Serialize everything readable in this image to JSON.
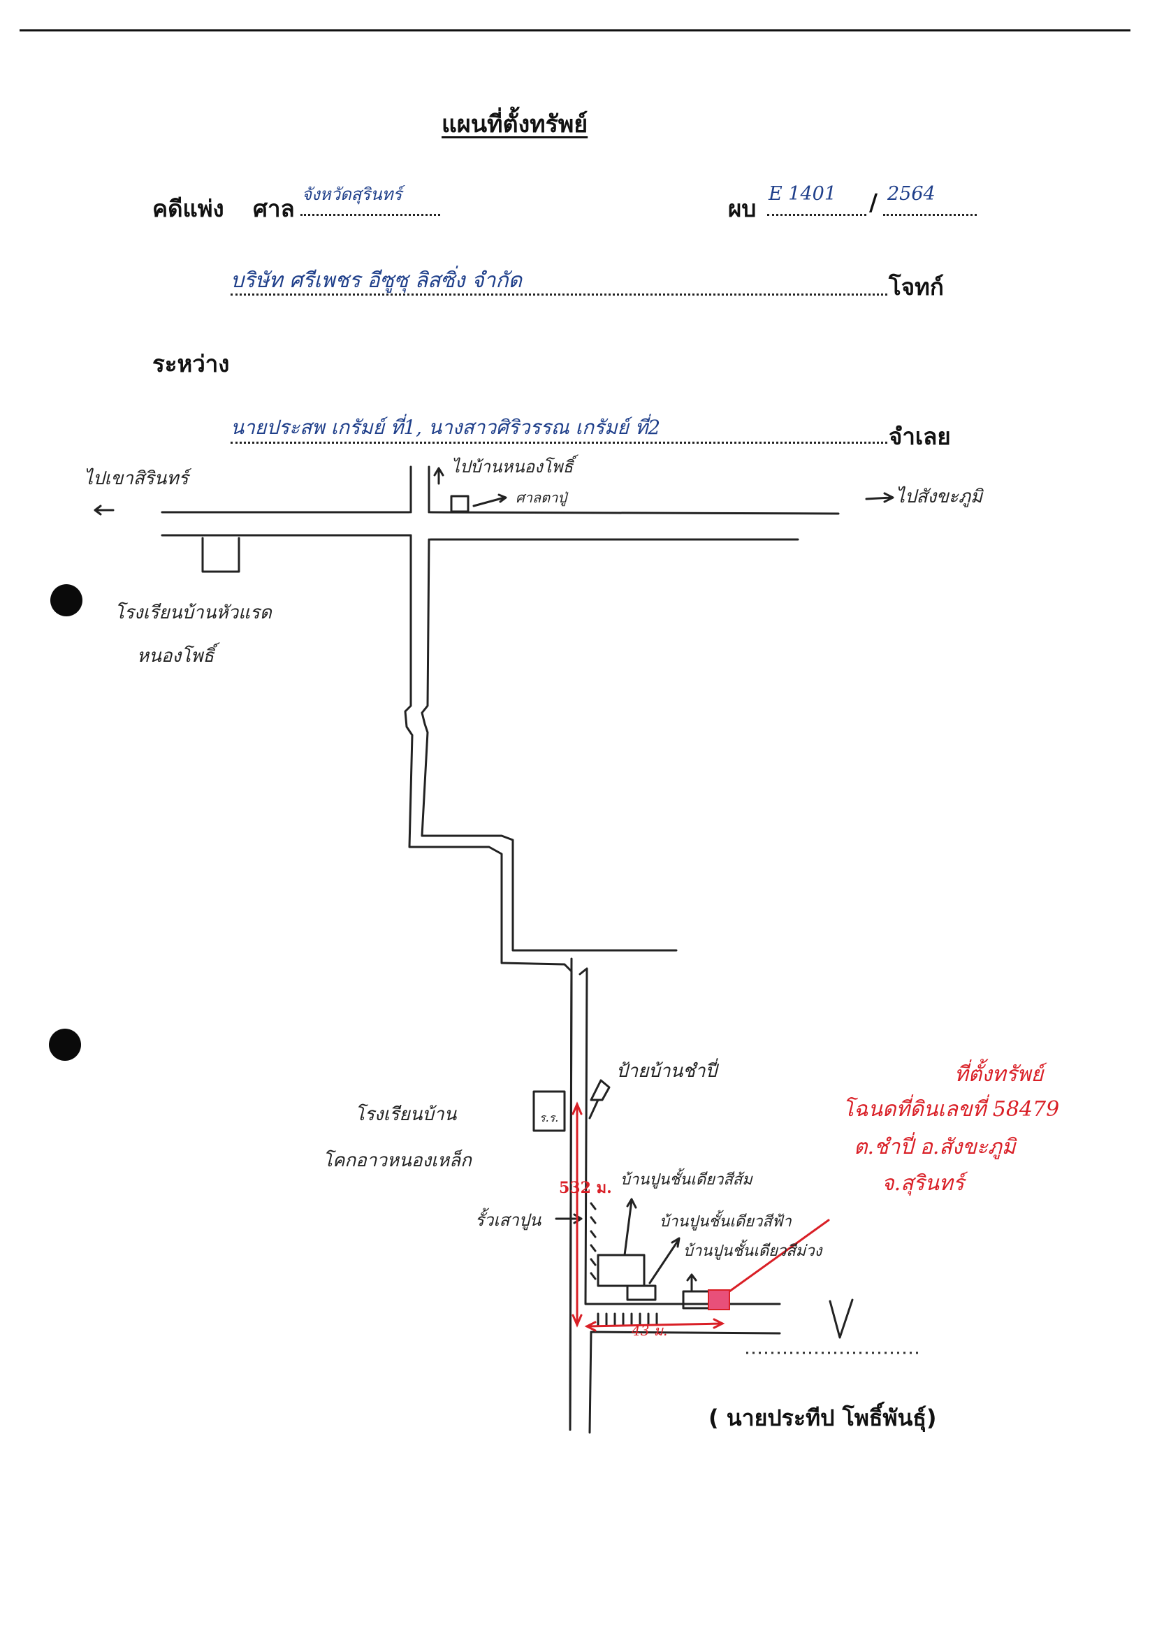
{
  "title": "แผนที่ตั้งทรัพย์",
  "header": {
    "case_label": "คดีแพ่ง",
    "court_label": "ศาล",
    "court_value": "จังหวัดสุรินทร์",
    "case_no_label": "ผบ",
    "case_no_value": "E 1401",
    "case_year_value": "2564",
    "plaintiff_value": "บริษัท ศรีเพชร อีซูซุ ลิสซิ่ง จำกัด",
    "plaintiff_label": "โจทก์",
    "between_label": "ระหว่าง",
    "defendant_value": "นายประสพ เกรัมย์ ที่1, นางสาวศิริวรรณ เกรัมย์ ที่2",
    "defendant_label": "จำเลย"
  },
  "map": {
    "to_west": "ไปเขาสิรินทร์",
    "to_north": "ไปบ้านหนองโพธิ์",
    "to_east": "ไปสังขะภูมิ",
    "shrine": "ศาลตาปู่",
    "school_1": "โรงเรียนบ้านหัวแรด",
    "school_1_line2": "หนองโพธิ์",
    "sign_label": "ป้ายบ้านชำปี่",
    "school_2": "โรงเรียนบ้าน",
    "school_2_line2": "โคกอาวหนองเหล็ก",
    "small_box": "ร.ร.",
    "fence": "รั้วเสาปูน",
    "house_1": "บ้านปูนชั้นเดียวสีส้ม",
    "house_2": "บ้านปูนชั้นเดียวสีฟ้า",
    "house_3": "บ้านปูนชั้นเดียวสีม่วง",
    "distance_vertical": "532 ม.",
    "distance_horizontal": "43 ม.",
    "checkmark": "V"
  },
  "property_note": {
    "line1": "ที่ตั้งทรัพย์",
    "line2": "โฉนดที่ดินเลขที่ 58479",
    "line3": "ต.ชำปี่ อ.สังขะภูมิ",
    "line4": "จ.สุรินทร์"
  },
  "signature": {
    "name": "( นายประทีป  โพธิ์พันธุ์)"
  },
  "colors": {
    "ink_blue": "#1f3f8a",
    "ink_red": "#d91f26",
    "property_fill": "#e8507a"
  }
}
